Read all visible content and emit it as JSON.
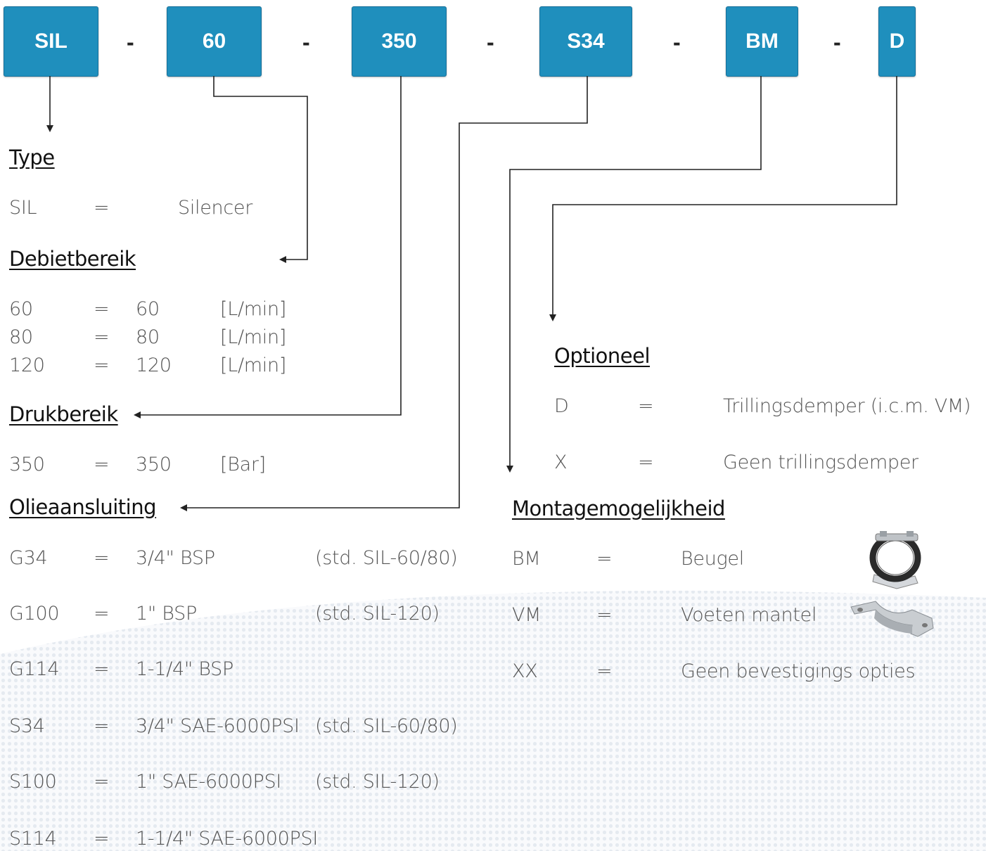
{
  "code_parts": [
    {
      "label": "SIL"
    },
    {
      "label": "60"
    },
    {
      "label": "350"
    },
    {
      "label": "S34"
    },
    {
      "label": "BM"
    },
    {
      "label": "D"
    }
  ],
  "separator": "-",
  "sections": {
    "type": {
      "title": "Type",
      "rows": [
        {
          "code": "SIL",
          "eq": "=",
          "value": "Silencer"
        }
      ]
    },
    "debietbereik": {
      "title": "Debietbereik",
      "rows": [
        {
          "code": "60",
          "eq": "=",
          "value": "60",
          "unit": "[L/min]"
        },
        {
          "code": "80",
          "eq": "=",
          "value": "80",
          "unit": "[L/min]"
        },
        {
          "code": "120",
          "eq": "=",
          "value": "120",
          "unit": "[L/min]"
        }
      ]
    },
    "drukbereik": {
      "title": "Drukbereik",
      "rows": [
        {
          "code": "350",
          "eq": "=",
          "value": "350",
          "unit": "[Bar]"
        }
      ]
    },
    "olieaansluiting": {
      "title": "Olieaansluiting",
      "rows": [
        {
          "code": "G34",
          "eq": "=",
          "value": "3/4\" BSP",
          "note": "(std. SIL-60/80)"
        },
        {
          "code": "G100",
          "eq": "=",
          "value": "1\" BSP",
          "note": "(std. SIL-120)"
        },
        {
          "code": "G114",
          "eq": "=",
          "value": "1-1/4\" BSP",
          "note": ""
        },
        {
          "code": "S34",
          "eq": "=",
          "value": "3/4\" SAE-6000PSI",
          "note": "(std. SIL-60/80)"
        },
        {
          "code": "S100",
          "eq": "=",
          "value": "1\" SAE-6000PSI",
          "note": "(std. SIL-120)"
        },
        {
          "code": "S114",
          "eq": "=",
          "value": "1-1/4\" SAE-6000PSI",
          "note": ""
        }
      ]
    },
    "optioneel": {
      "title": "Optioneel",
      "rows": [
        {
          "code": "D",
          "eq": "=",
          "value": "Trillingsdemper (i.c.m. VM)"
        },
        {
          "code": "X",
          "eq": "=",
          "value": "Geen trillingsdemper"
        }
      ]
    },
    "montage": {
      "title": "Montagemogelijkheid",
      "rows": [
        {
          "code": "BM",
          "eq": "=",
          "value": "Beugel"
        },
        {
          "code": "VM",
          "eq": "=",
          "value": "Voeten mantel"
        },
        {
          "code": "XX",
          "eq": "=",
          "value": "Geen bevestigings opties"
        }
      ]
    }
  },
  "colors": {
    "box_fill": "#1f8fbd",
    "box_text": "#ffffff",
    "line": "#222222",
    "heading": "#111111",
    "body_text": "#555555"
  },
  "icons": {
    "clamp": "pipe-clamp-icon",
    "saddle": "foot-saddle-icon"
  }
}
